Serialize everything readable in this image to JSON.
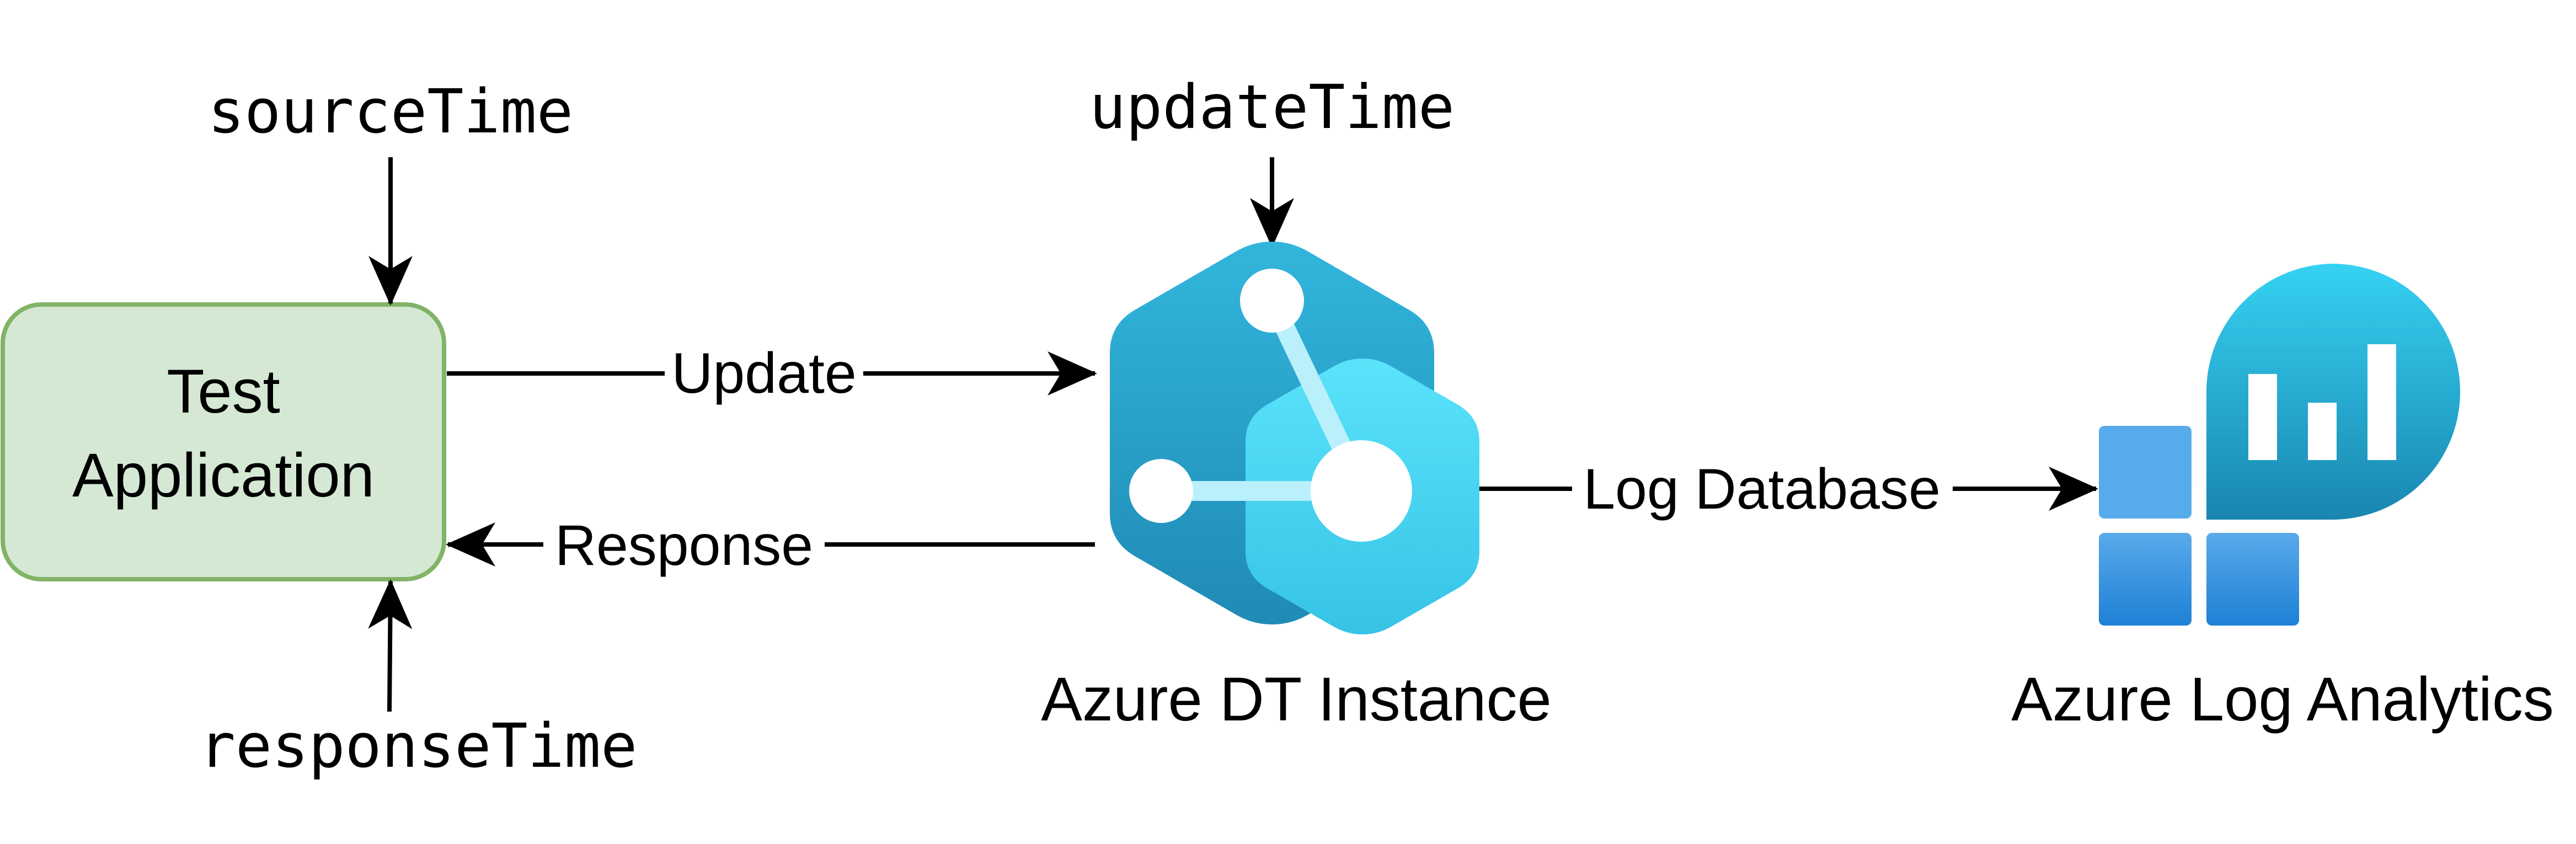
{
  "nodes": {
    "test_app": {
      "line1": "Test",
      "line2": "Application"
    },
    "adt": {
      "label": "Azure DT Instance"
    },
    "log_analytics": {
      "label": "Azure Log Analytics"
    }
  },
  "timestamps": {
    "source": "sourceTime",
    "update": "updateTime",
    "response": "responseTime"
  },
  "edges": {
    "update": "Update",
    "response": "Response",
    "log_database": "Log Database"
  },
  "colors": {
    "app_fill": "#d5e8d4",
    "app_stroke": "#82b366",
    "adt_dark": "#2190bd",
    "adt_light": "#4fd8f4",
    "la_light": "#39cfef",
    "la_dark": "#1a8db5",
    "la_tile_light": "#57aaea",
    "la_tile_dark": "#1f7fd6",
    "line": "#000000"
  },
  "icons": {
    "adt": "azure-digital-twins-icon",
    "log_analytics": "azure-log-analytics-icon"
  }
}
